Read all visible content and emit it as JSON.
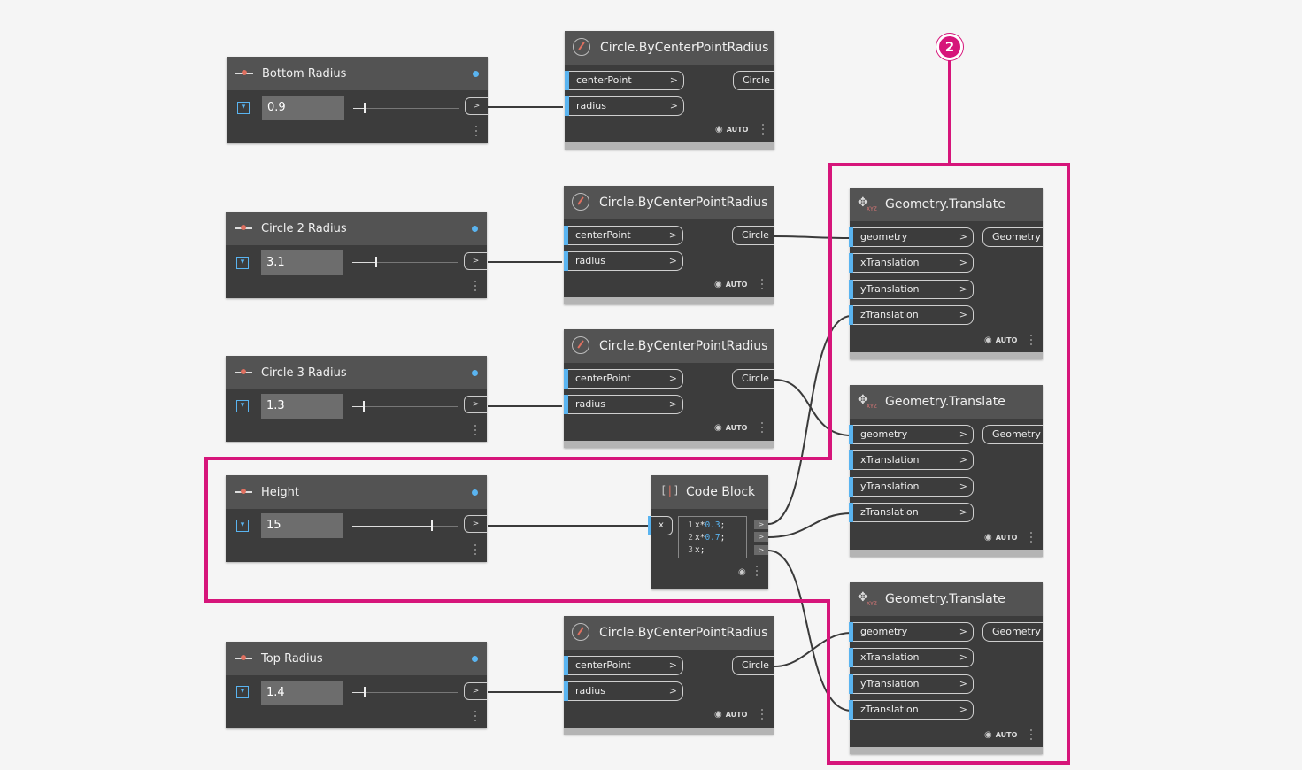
{
  "annotation": {
    "badge": "2",
    "highlight_color": "#d6157a"
  },
  "sliders": [
    {
      "name": "Bottom Radius",
      "value": "0.9",
      "level": 0.1
    },
    {
      "name": "Circle 2 Radius",
      "value": "3.1",
      "level": 0.2
    },
    {
      "name": "Circle 3 Radius",
      "value": "1.3",
      "level": 0.1
    },
    {
      "name": "Height",
      "value": "15",
      "level": 0.75
    },
    {
      "name": "Top Radius",
      "value": "1.4",
      "level": 0.1
    }
  ],
  "circles": [
    {
      "title": "Circle.ByCenterPointRadius",
      "in1": "centerPoint",
      "in2": "radius",
      "out": "Circle",
      "auto": "AUTO"
    },
    {
      "title": "Circle.ByCenterPointRadius",
      "in1": "centerPoint",
      "in2": "radius",
      "out": "Circle",
      "auto": "AUTO"
    },
    {
      "title": "Circle.ByCenterPointRadius",
      "in1": "centerPoint",
      "in2": "radius",
      "out": "Circle",
      "auto": "AUTO"
    },
    {
      "title": "Circle.ByCenterPointRadius",
      "in1": "centerPoint",
      "in2": "radius",
      "out": "Circle",
      "auto": "AUTO"
    }
  ],
  "translates": [
    {
      "title": "Geometry.Translate",
      "icon_sub": "XYZ",
      "inputs": [
        "geometry",
        "xTranslation",
        "yTranslation",
        "zTranslation"
      ],
      "out": "Geometry",
      "auto": "AUTO"
    },
    {
      "title": "Geometry.Translate",
      "icon_sub": "XYZ",
      "inputs": [
        "geometry",
        "xTranslation",
        "yTranslation",
        "zTranslation"
      ],
      "out": "Geometry",
      "auto": "AUTO"
    },
    {
      "title": "Geometry.Translate",
      "icon_sub": "XYZ",
      "inputs": [
        "geometry",
        "xTranslation",
        "yTranslation",
        "zTranslation"
      ],
      "out": "Geometry",
      "auto": "AUTO"
    }
  ],
  "code_block": {
    "title": "Code Block",
    "input": "x",
    "lines": [
      {
        "n": "1",
        "pre": "x*",
        "num": "0.3",
        "post": ";"
      },
      {
        "n": "2",
        "pre": "x*",
        "num": "0.7",
        "post": ";"
      },
      {
        "n": "3",
        "pre": "x;",
        "num": "",
        "post": ""
      }
    ],
    "out_symbol": ">"
  },
  "port_symbol": ">",
  "icons": {
    "slider": "number-slider-icon",
    "circle": "circle-node-icon",
    "translate": "move-arrows-icon",
    "code": "code-block-icon",
    "preview": "eye-off-icon"
  }
}
